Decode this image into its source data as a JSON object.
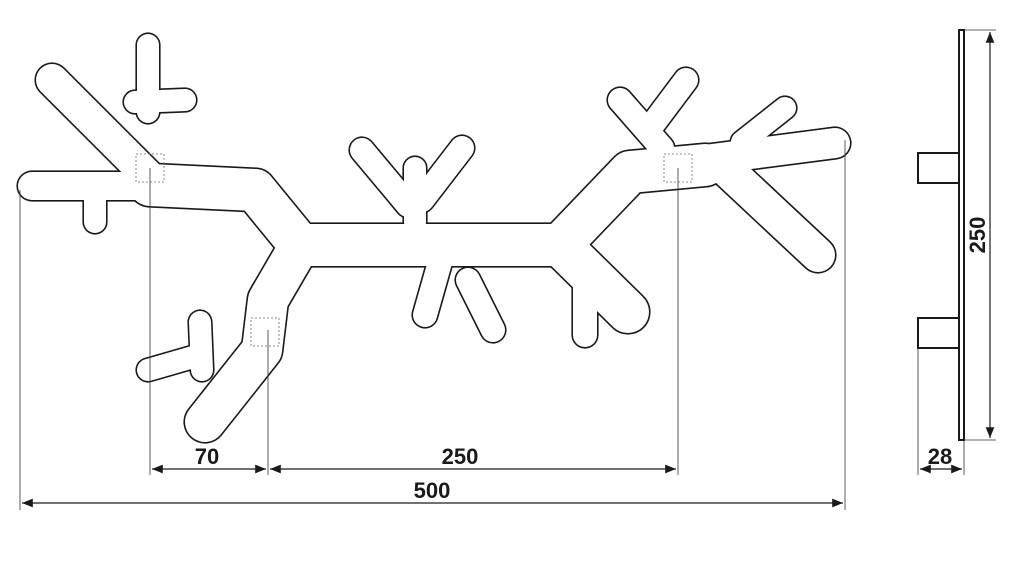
{
  "drawing": {
    "front_view": {
      "dimensions": {
        "mount_spacing_small": "70",
        "mount_spacing_large": "250",
        "overall_width": "500"
      }
    },
    "side_view": {
      "dimensions": {
        "height": "250",
        "depth": "28"
      }
    },
    "colors": {
      "line": "#1a1a1a",
      "background": "#ffffff"
    }
  }
}
